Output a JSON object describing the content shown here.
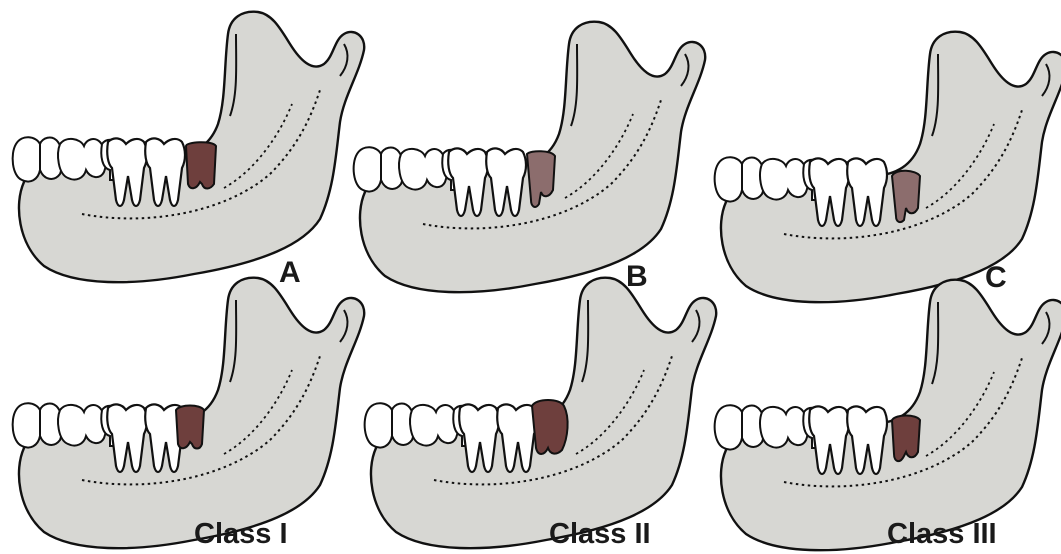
{
  "panels": [
    {
      "label": "A",
      "tooth_color": "#6e3f3d"
    },
    {
      "label": "B",
      "tooth_color": "#8c6d6d"
    },
    {
      "label": "C",
      "tooth_color": "#8c6d6d"
    },
    {
      "label": "Class I",
      "tooth_color": "#6e3f3d"
    },
    {
      "label": "Class II",
      "tooth_color": "#6e3f3d"
    },
    {
      "label": "Class III",
      "tooth_color": "#6e3f3d"
    }
  ],
  "colors": {
    "jaw_fill": "#d7d7d3",
    "outline": "#111111",
    "tooth_fill": "#ffffff",
    "background": "#ffffff"
  }
}
